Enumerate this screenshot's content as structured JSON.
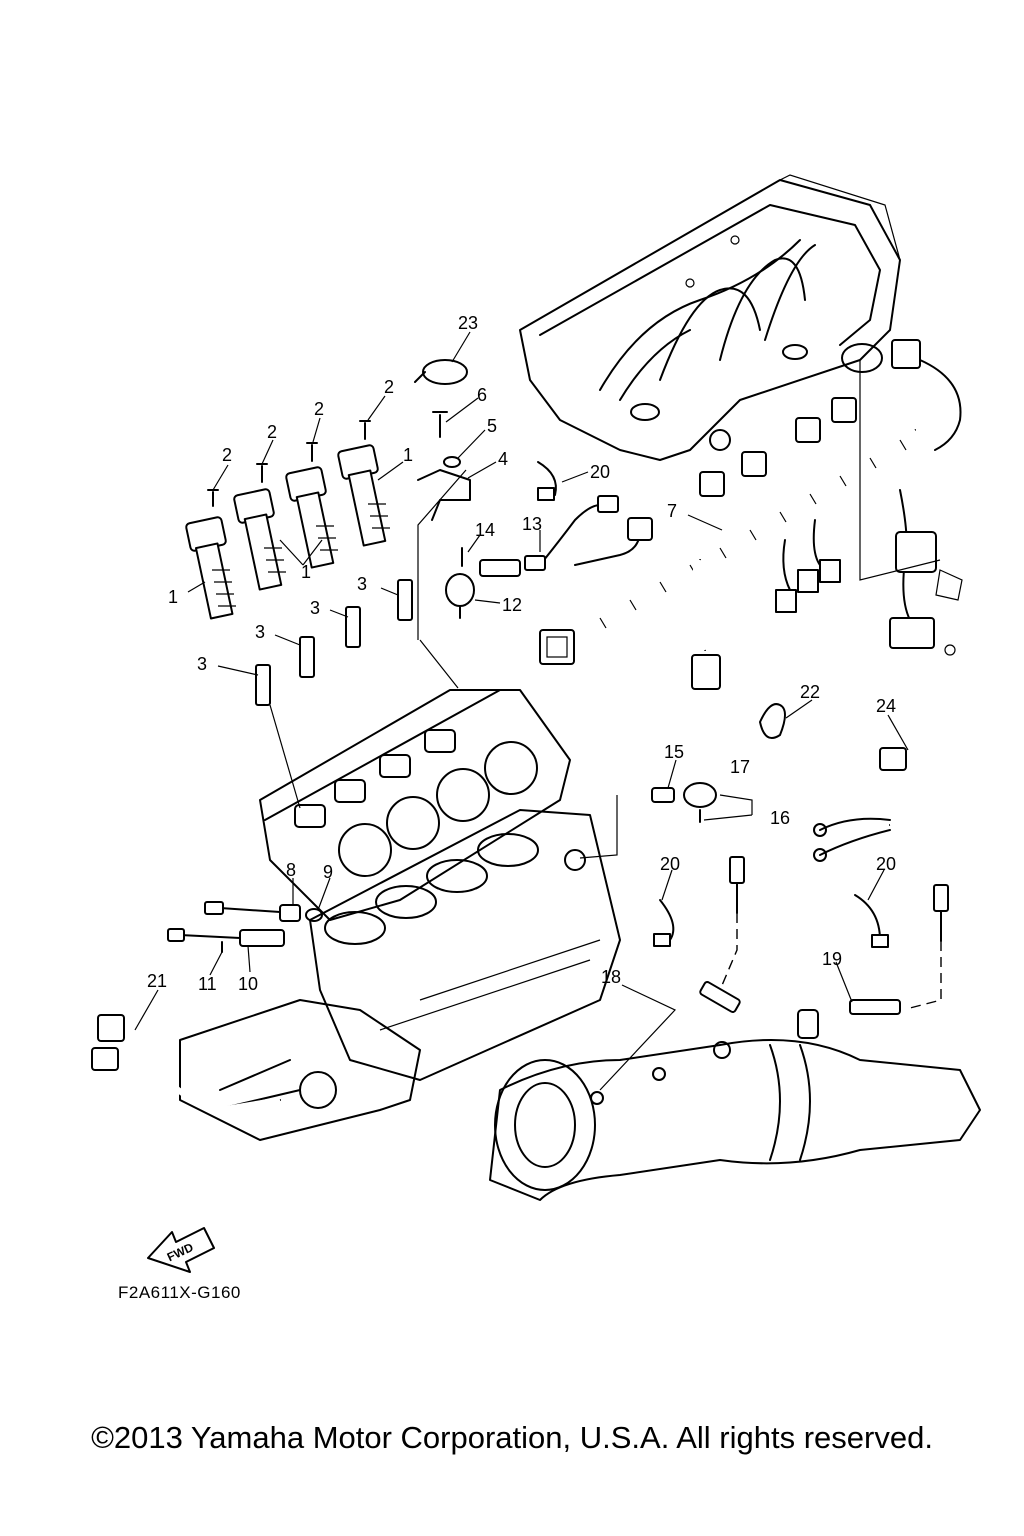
{
  "callouts": {
    "c1a": "1",
    "c1b": "1",
    "c1c": "1",
    "c2a": "2",
    "c2b": "2",
    "c2c": "2",
    "c2d": "2",
    "c3a": "3",
    "c3b": "3",
    "c3c": "3",
    "c3d": "3",
    "c4": "4",
    "c5": "5",
    "c6": "6",
    "c7": "7",
    "c8": "8",
    "c9": "9",
    "c10": "10",
    "c11": "11",
    "c12": "12",
    "c13": "13",
    "c14": "14",
    "c15": "15",
    "c16": "16",
    "c17": "17",
    "c18": "18",
    "c19": "19",
    "c20a": "20",
    "c20b": "20",
    "c20c": "20",
    "c21": "21",
    "c22": "22",
    "c23": "23",
    "c24": "24"
  },
  "fwd_label": "FWD",
  "reference_code": "F2A611X-G160",
  "copyright": "©2013 Yamaha Motor Corporation, U.S.A. All rights reserved."
}
